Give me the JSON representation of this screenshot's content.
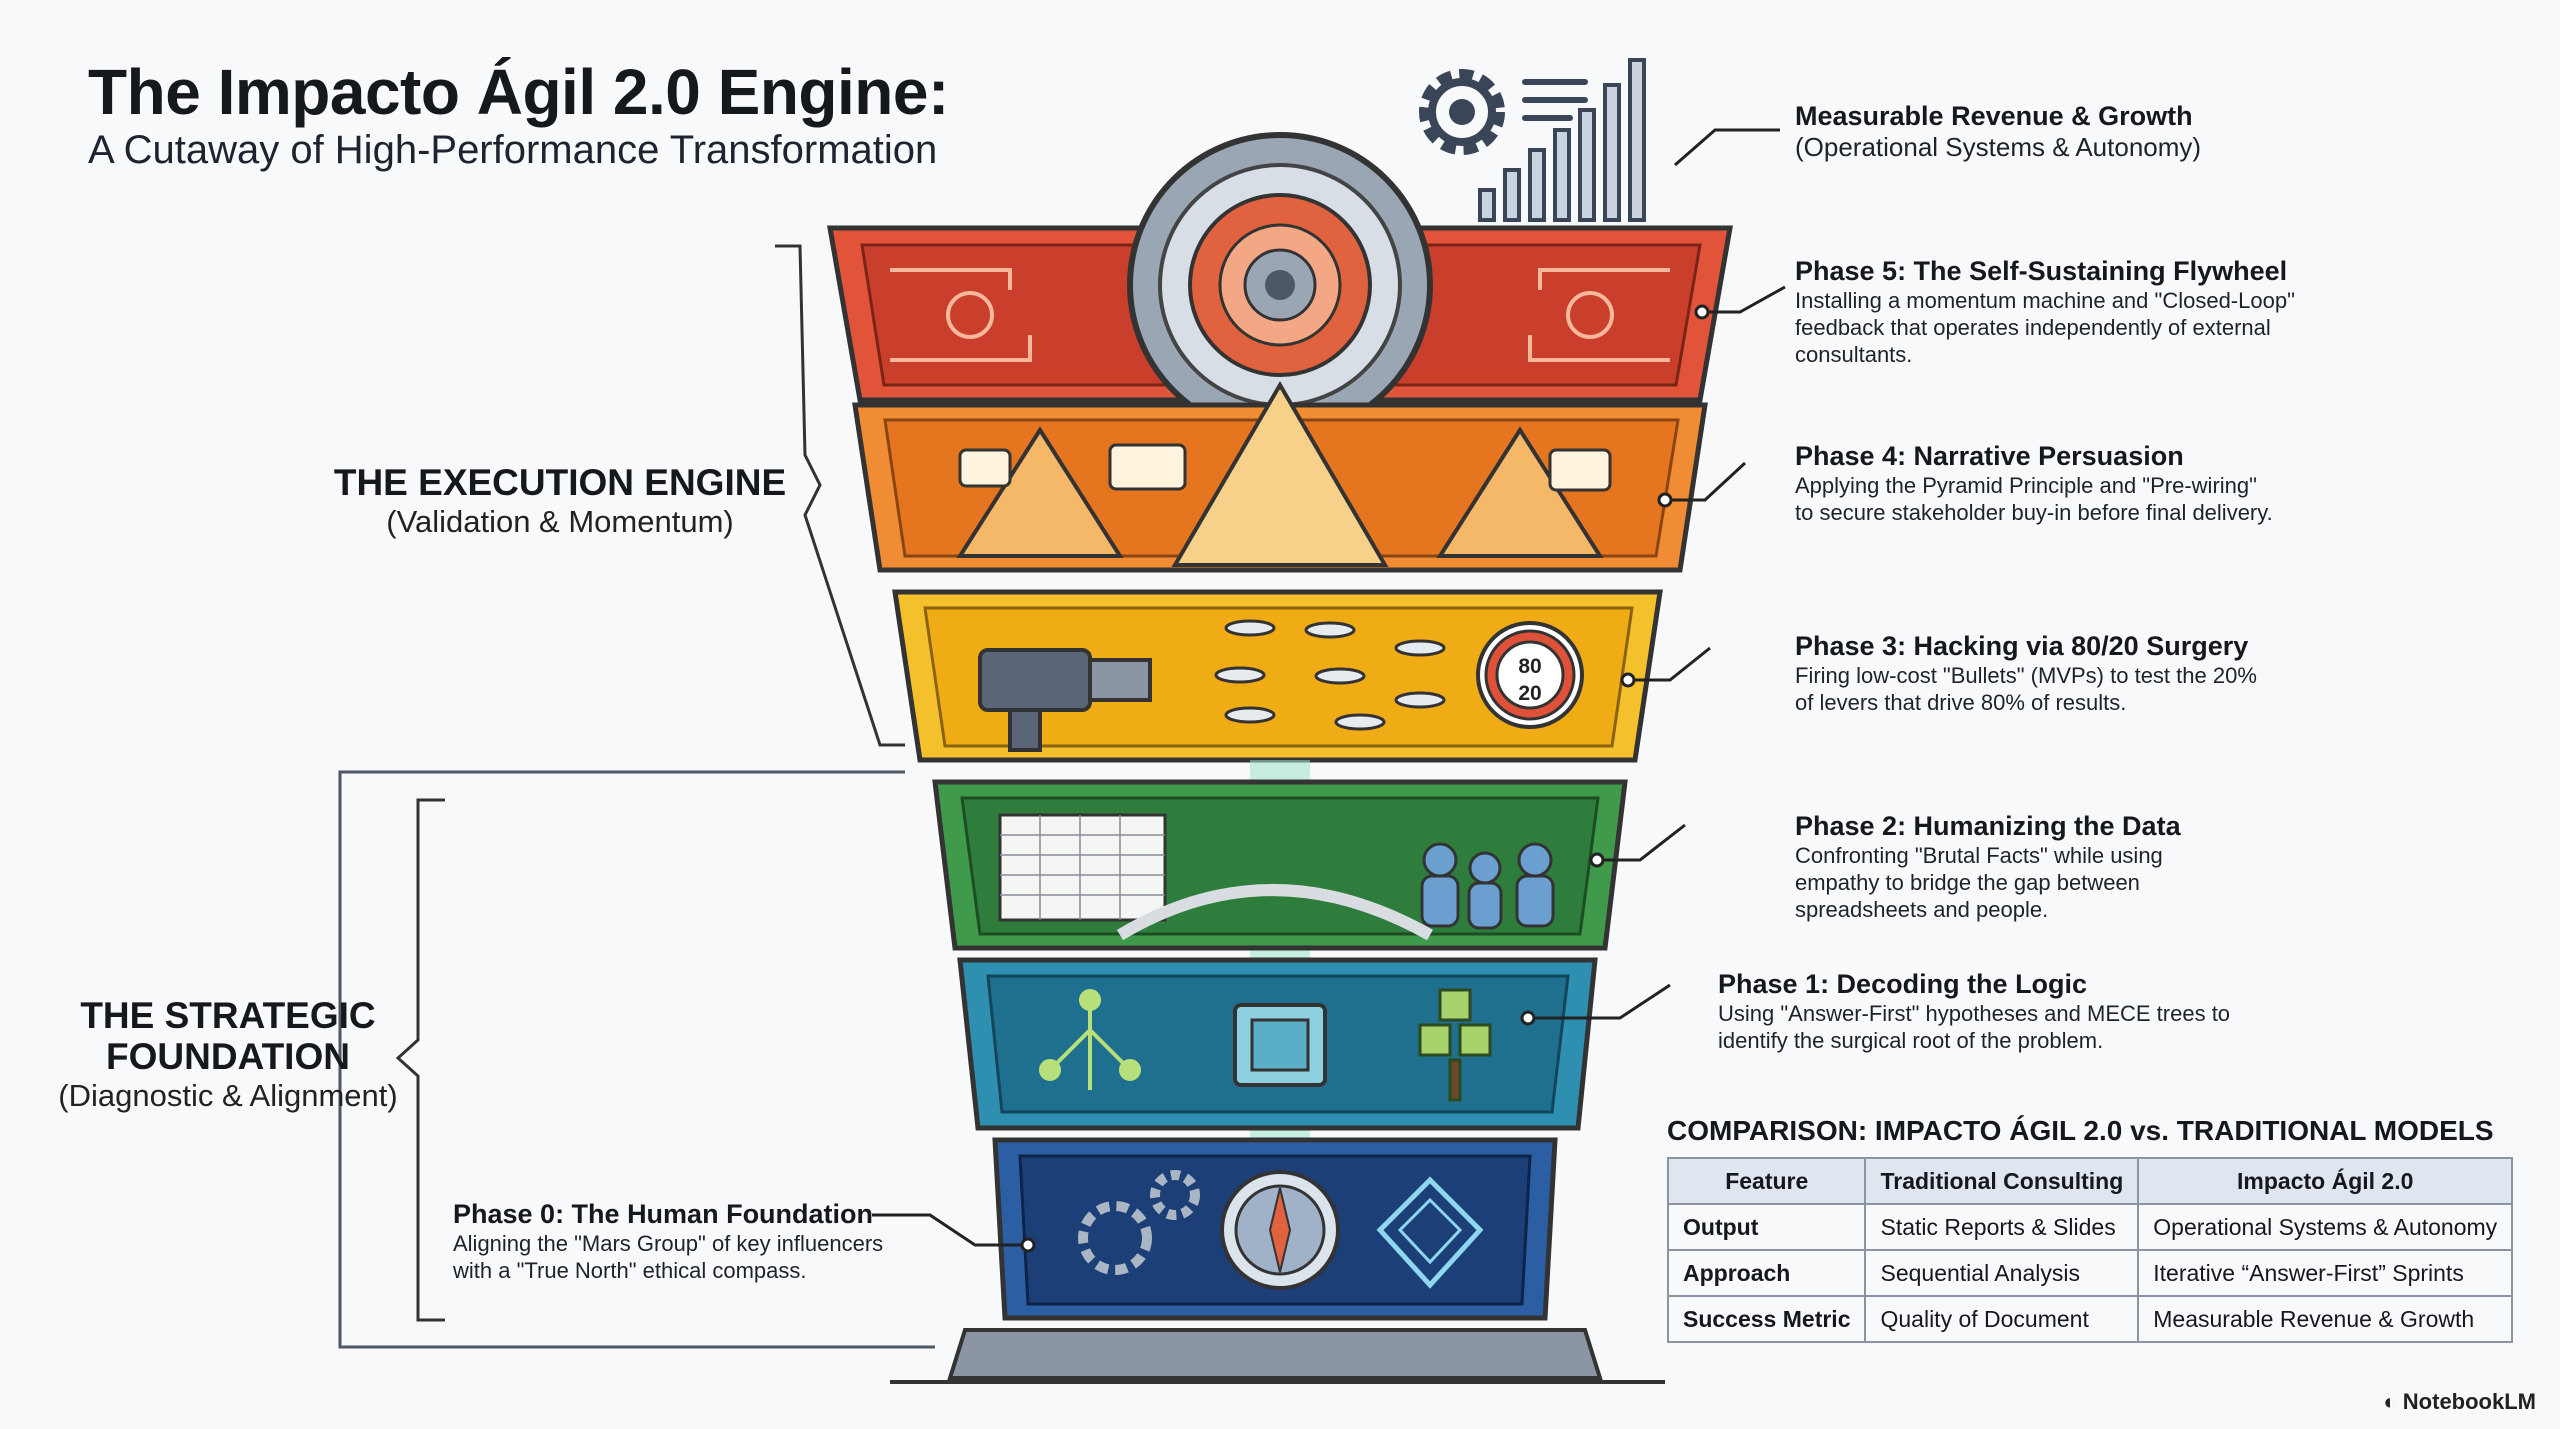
{
  "header": {
    "title": "The Impacto Ágil 2.0 Engine:",
    "subtitle": "A Cutaway of High-Performance Transformation"
  },
  "groups": {
    "execution": {
      "title": "THE EXECUTION ENGINE",
      "subtitle": "(Validation & Momentum)"
    },
    "foundation": {
      "title_line1": "THE STRATEGIC",
      "title_line2": "FOUNDATION",
      "subtitle": "(Diagnostic & Alignment)"
    }
  },
  "top_outcome": {
    "title": "Measurable Revenue & Growth",
    "subtitle": "(Operational Systems & Autonomy)"
  },
  "phases": [
    {
      "title": "Phase 5: The Self-Sustaining Flywheel",
      "desc": "Installing a momentum machine and \"Closed-Loop\" feedback that operates independently of external consultants."
    },
    {
      "title": "Phase 4: Narrative Persuasion",
      "desc": "Applying the Pyramid Principle and \"Pre-wiring\" to secure stakeholder buy-in before final delivery."
    },
    {
      "title": "Phase 3: Hacking via 80/20 Surgery",
      "desc": "Firing low-cost \"Bullets\" (MVPs) to test the 20% of levers that drive 80% of results."
    },
    {
      "title": "Phase 2: Humanizing the Data",
      "desc": "Confronting \"Brutal Facts\" while using empathy to bridge the gap between spreadsheets and people."
    },
    {
      "title": "Phase 1: Decoding the Logic",
      "desc": "Using \"Answer-First\" hypotheses and MECE trees to identify the surgical root of the problem."
    },
    {
      "title": "Phase 0: The Human Foundation",
      "desc": "Aligning the \"Mars Group\" of key influencers with a \"True North\" ethical compass."
    }
  ],
  "target_label": {
    "top": "80",
    "bottom": "20"
  },
  "comparison": {
    "title": "COMPARISON: IMPACTO ÁGIL 2.0 vs. TRADITIONAL MODELS",
    "headers": [
      "Feature",
      "Traditional Consulting",
      "Impacto Ágil 2.0"
    ],
    "rows": [
      [
        "Output",
        "Static Reports & Slides",
        "Operational Systems & Autonomy"
      ],
      [
        "Approach",
        "Sequential Analysis",
        "Iterative “Answer-First” Sprints"
      ],
      [
        "Success Metric",
        "Quality of Document",
        "Measurable Revenue & Growth"
      ]
    ]
  },
  "brand": "NotebookLM",
  "colors": {
    "phase5": "#e2543a",
    "phase4": "#f08c33",
    "phase3": "#f4c12c",
    "phase2": "#3f9a4c",
    "phase1": "#2f8fb0",
    "phase0": "#2c5ea3"
  }
}
